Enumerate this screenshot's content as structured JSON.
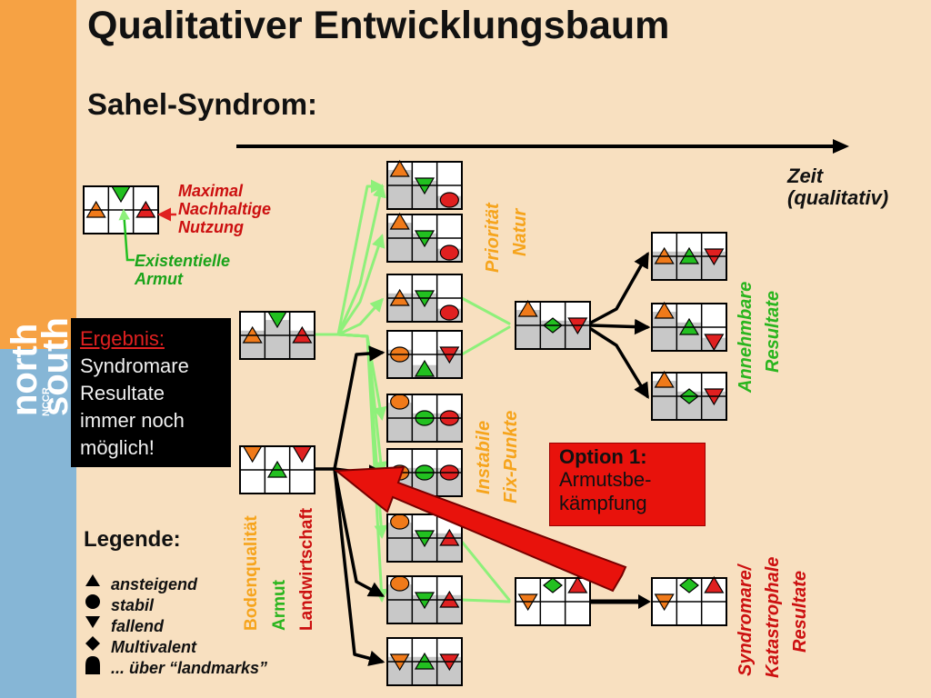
{
  "title": "Qualitativer Entwicklungsbaum",
  "subtitle": "Sahel-Syndrom:",
  "time_axis": {
    "label_line1": "Zeit",
    "label_line2": "(qualitativ)"
  },
  "logo": {
    "word1": "north",
    "word2": "south",
    "small": "NCCR"
  },
  "key_labels": {
    "max_line1": "Maximal",
    "max_line2": "Nachhaltige",
    "max_line3": "Nutzung",
    "exist_line1": "Existentielle",
    "exist_line2": "Armut"
  },
  "result_box": {
    "heading": "Ergebnis:",
    "line1": "Syndromare",
    "line2": "Resultate",
    "line3": "immer noch",
    "line4": "möglich!"
  },
  "option_box": {
    "heading": "Option 1:",
    "line1": "Armutsbe-",
    "line2": "kämpfung"
  },
  "axis_labels": {
    "soil": "Bodenqualität",
    "poverty": "Armut",
    "agri": "Landwirtschaft"
  },
  "group_labels": {
    "nature_line1": "Priorität",
    "nature_line2": "Natur",
    "unstable_line1": "Instabile",
    "unstable_line2": "Fix-Punkte",
    "accept_line1": "Annehmbare",
    "accept_line2": "Resultate",
    "catas_line1": "Syndromare/",
    "catas_line2": "Katastrophale",
    "catas_line3": "Resultate"
  },
  "legend": {
    "title": "Legende:",
    "items": [
      "ansteigend",
      "stabil",
      "fallend",
      "Multivalent",
      "... über “landmarks”"
    ]
  },
  "colors": {
    "orange": "#f07a1a",
    "green": "#22c020",
    "red": "#e02020",
    "dark_green": "#0a8a0a",
    "light_green": "#8ef07a",
    "cell_gray": "#c8c8c8",
    "option_red": "#e8120c",
    "label_orange": "#f6a41c",
    "label_green": "#2ab51e",
    "label_red": "#cc1010"
  }
}
